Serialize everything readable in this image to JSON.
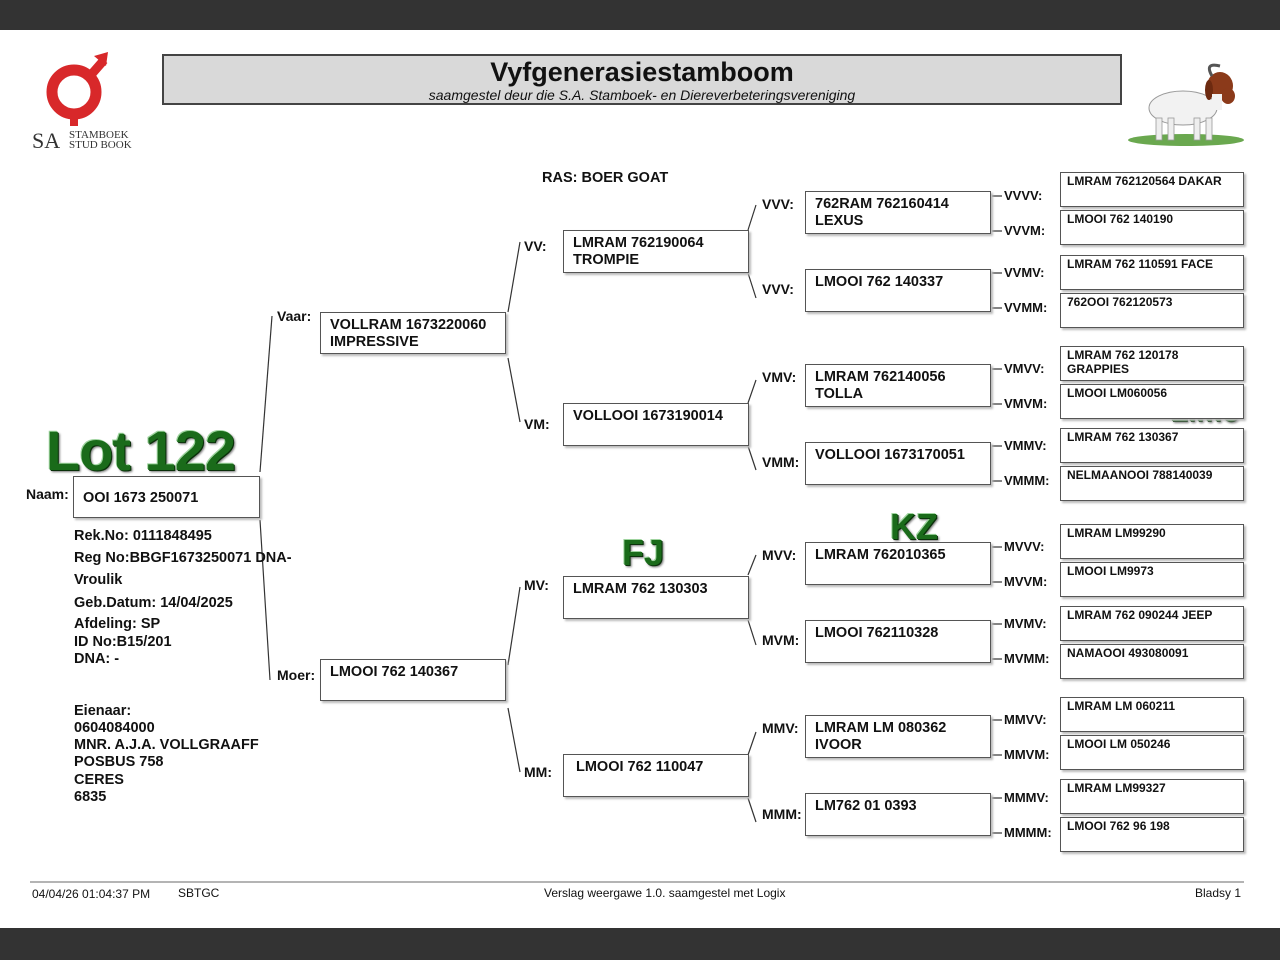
{
  "header": {
    "logo_letters": "SA",
    "logo_line1": "STAMBOEK",
    "logo_line2": "STUD BOOK",
    "title": "Vyfgenerasiestamboom",
    "subtitle": "saamgestel deur die S.A. Stamboek- en Diereverbeteringsvereniging",
    "breed": "RAS: BOER GOAT"
  },
  "overlays": {
    "lot": "Lot 122",
    "fj": "FJ",
    "kz": "KZ",
    "limo": "Limo"
  },
  "animal": {
    "name_label": "Naam:",
    "name": "OOI 1673 250071",
    "rek_no": "Rek.No: 0111848495",
    "reg_no": "Reg No:BBGF1673250071 DNA-",
    "sex": "Vroulik",
    "birth": "Geb.Datum: 14/04/2025",
    "section": "Afdeling: SP",
    "id_no": "ID No:B15/201",
    "dna": "DNA: -",
    "owner_label": "Eienaar:",
    "owner_lines": [
      "0604084000",
      "MNR. A.J.A. VOLLGRAAFF",
      "POSBUS 758",
      "CERES",
      "6835"
    ]
  },
  "pedigree": {
    "vaar": {
      "label": "Vaar:",
      "lines": [
        "VOLLRAM 1673220060",
        "IMPRESSIVE"
      ]
    },
    "moer": {
      "label": "Moer:",
      "lines": [
        "LMOOI 762 140367"
      ]
    },
    "vv": {
      "label": "VV:",
      "lines": [
        "LMRAM 762190064",
        "TROMPIE"
      ]
    },
    "vm": {
      "label": "VM:",
      "lines": [
        "VOLLOOI 1673190014"
      ]
    },
    "mv": {
      "label": "MV:",
      "lines": [
        "LMRAM 762 130303"
      ]
    },
    "mm": {
      "label": "MM:",
      "lines": [
        "LMOOI 762 110047"
      ]
    },
    "vvv": {
      "label": "VVV:",
      "lines": [
        "762RAM 762160414",
        "LEXUS"
      ]
    },
    "vvm": {
      "label": "VVV:",
      "lines": [
        "LMOOI 762 140337"
      ]
    },
    "vmv": {
      "label": "VMV:",
      "lines": [
        "LMRAM 762140056",
        "TOLLA"
      ]
    },
    "vmm": {
      "label": "VMM:",
      "lines": [
        "VOLLOOI 1673170051"
      ]
    },
    "mvv": {
      "label": "MVV:",
      "lines": [
        "LMRAM 762010365"
      ]
    },
    "mvm": {
      "label": "MVM:",
      "lines": [
        "LMOOI 762110328"
      ]
    },
    "mmv": {
      "label": "MMV:",
      "lines": [
        "LMRAM LM 080362",
        "IVOOR"
      ]
    },
    "mmm": {
      "label": "MMM:",
      "lines": [
        "LM762 01 0393"
      ]
    },
    "g5": [
      {
        "label": "VVVV:",
        "lines": [
          "LMRAM 762120564  DAKAR"
        ]
      },
      {
        "label": "VVVM:",
        "lines": [
          "LMOOI 762 140190"
        ]
      },
      {
        "label": "VVMV:",
        "lines": [
          "LMRAM 762 110591 FACE"
        ]
      },
      {
        "label": "VVMM:",
        "lines": [
          "762OOI 762120573"
        ]
      },
      {
        "label": "VMVV:",
        "lines": [
          "LMRAM 762 120178",
          "GRAPPIES"
        ]
      },
      {
        "label": "VMVM:",
        "lines": [
          "LMOOI LM060056"
        ]
      },
      {
        "label": "VMMV:",
        "lines": [
          "LMRAM 762 130367"
        ]
      },
      {
        "label": "VMMM:",
        "lines": [
          "NELMAANOOI 788140039"
        ]
      },
      {
        "label": "MVVV:",
        "lines": [
          "LMRAM LM99290"
        ]
      },
      {
        "label": "MVVM:",
        "lines": [
          "LMOOI LM9973"
        ]
      },
      {
        "label": "MVMV:",
        "lines": [
          "LMRAM 762 090244 JEEP"
        ]
      },
      {
        "label": "MVMM:",
        "lines": [
          "NAMAOOI 493080091"
        ]
      },
      {
        "label": "MMVV:",
        "lines": [
          "LMRAM LM 060211"
        ]
      },
      {
        "label": "MMVM:",
        "lines": [
          "LMOOI LM 050246"
        ]
      },
      {
        "label": "MMMV:",
        "lines": [
          "LMRAM LM99327"
        ]
      },
      {
        "label": "MMMM:",
        "lines": [
          "LMOOI 762 96 198"
        ]
      }
    ]
  },
  "footer": {
    "datetime": "04/04/26 01:04:37 PM",
    "code": "SBTGC",
    "version": "Verslag weergawe 1.0. saamgestel met Logix",
    "page": "Bladsy 1"
  },
  "colors": {
    "logo_red": "#d8282a",
    "overlay_green": "#1a6b1a",
    "title_bar": "#d9d9d9"
  }
}
